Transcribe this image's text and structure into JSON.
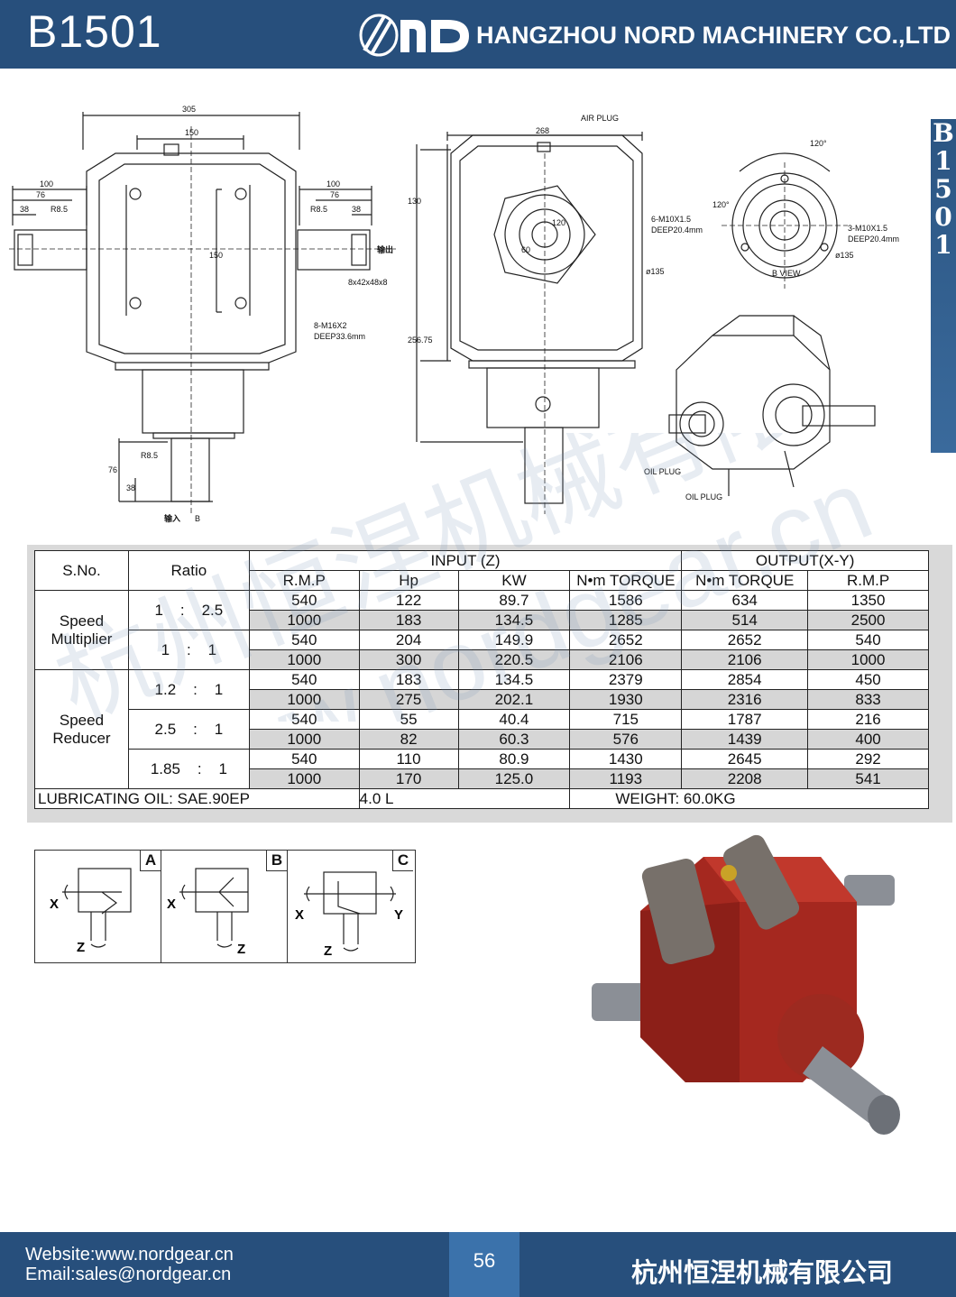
{
  "header": {
    "model": "B1501",
    "company": "HANGZHOU NORD MACHINERY CO.,LTD",
    "accent": "#274f7c"
  },
  "side_tab": [
    "B",
    "1",
    "5",
    "0",
    "1"
  ],
  "drawing": {
    "labels": {
      "d305": "305",
      "d150": "150",
      "d100a": "100",
      "d76a": "76",
      "d38a": "38",
      "r85a": "R8.5",
      "d100b": "100",
      "d76b": "76",
      "d38b": "38",
      "r85b": "R8.5",
      "d150v": "150",
      "spline": "8x42x48x8",
      "bolts": "8-M16X2",
      "deep1": "DEEP33.6mm",
      "d76v": "76",
      "d38v": "38",
      "r85c": "R8.5",
      "input": "输入",
      "inB": "B",
      "d268": "268",
      "airplug": "AIR PLUG",
      "d130": "130",
      "d25675": "256.75",
      "output": "输出",
      "m10a": "6-M10X1.5",
      "deep2": "DEEP20.4mm",
      "phi135a": "ø135",
      "a120a": "120",
      "a60": "60",
      "a120b": "120°",
      "a120c": "120°",
      "m10b": "3-M10X1.5",
      "deep3": "DEEP20.4mm",
      "phi135b": "ø135",
      "bview": "B VIEW",
      "oil1": "OIL PLUG",
      "oil2": "OIL PLUG"
    }
  },
  "watermark": {
    "cn": "杭州恒涅机械有限公司",
    "url": "www.nordgear.cn"
  },
  "table": {
    "h_sno": "S.No.",
    "h_ratio": "Ratio",
    "h_input": "INPUT (Z)",
    "h_output": "OUTPUT(X-Y)",
    "h_rmp": "R.M.P",
    "h_hp": "Hp",
    "h_kw": "KW",
    "h_tq_in": "N•m TORQUE",
    "h_tq_out": "N•m TORQUE",
    "h_rmp_out": "R.M.P",
    "grp1": [
      "Speed",
      "Multiplier"
    ],
    "grp2": [
      "Speed",
      "Reducer"
    ],
    "ratios": [
      {
        "a": "1",
        "sep": ":",
        "b": "2.5"
      },
      {
        "a": "1",
        "sep": ":",
        "b": "1"
      },
      {
        "a": "1.2",
        "sep": ":",
        "b": "1"
      },
      {
        "a": "2.5",
        "sep": ":",
        "b": "1"
      },
      {
        "a": "1.85",
        "sep": ":",
        "b": "1"
      }
    ],
    "rows": [
      [
        "540",
        "122",
        "89.7",
        "1586",
        "634",
        "1350"
      ],
      [
        "1000",
        "183",
        "134.5",
        "1285",
        "514",
        "2500"
      ],
      [
        "540",
        "204",
        "149.9",
        "2652",
        "2652",
        "540"
      ],
      [
        "1000",
        "300",
        "220.5",
        "2106",
        "2106",
        "1000"
      ],
      [
        "540",
        "183",
        "134.5",
        "2379",
        "2854",
        "450"
      ],
      [
        "1000",
        "275",
        "202.1",
        "1930",
        "2316",
        "833"
      ],
      [
        "540",
        "55",
        "40.4",
        "715",
        "1787",
        "216"
      ],
      [
        "1000",
        "82",
        "60.3",
        "576",
        "1439",
        "400"
      ],
      [
        "540",
        "110",
        "80.9",
        "1430",
        "2645",
        "292"
      ],
      [
        "1000",
        "170",
        "125.0",
        "1193",
        "2208",
        "541"
      ]
    ],
    "oil": "LUBRICATING OIL: SAE.90EP",
    "oil_amount": "4.0 L",
    "weight": "WEIGHT: 60.0KG"
  },
  "diagrams": [
    {
      "letter": "A",
      "x": "X",
      "z": "Z"
    },
    {
      "letter": "B",
      "x": "X",
      "z": "Z"
    },
    {
      "letter": "C",
      "x": "X",
      "y": "Y",
      "z": "Z"
    }
  ],
  "footer": {
    "website": "Website:www.nordgear.cn",
    "email": "Email:sales@nordgear.cn",
    "page": "56",
    "cn_company": "杭州恒涅机械有限公司"
  }
}
